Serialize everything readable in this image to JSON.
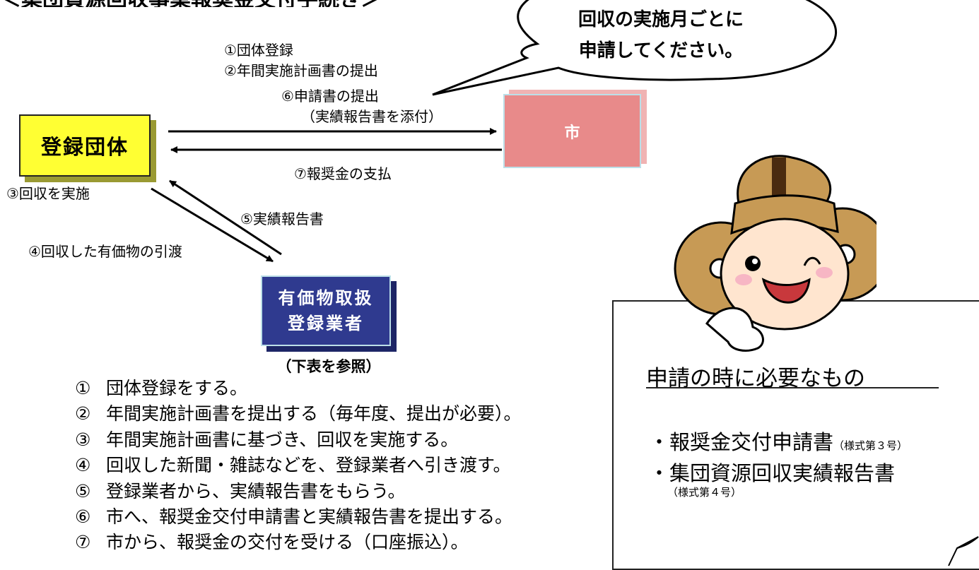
{
  "title_fragment": "＜集団資源回収事業報奨金交付手続き＞",
  "labels": {
    "l1": "①団体登録",
    "l2": "②年間実施計画書の提出",
    "l6": "⑥申請書の提出",
    "l6b": "（実績報告書を添付）",
    "l7": "⑦報奨金の支払",
    "l3": "③回収を実施",
    "l5": "⑤実績報告書",
    "l4": "④回収した有価物の引渡"
  },
  "boxes": {
    "dantai": "登録団体",
    "shi": "市",
    "gyosha_line1": "有価物取扱",
    "gyosha_line2": "登録業者",
    "gyosha_note": "（下表を参照）"
  },
  "bubble": {
    "line1": "回収の実施月ごとに",
    "line2": "申請してください。"
  },
  "steps": [
    {
      "num": "①",
      "text": "団体登録をする。"
    },
    {
      "num": "②",
      "text": "年間実施計画書を提出する（毎年度、提出が必要）。"
    },
    {
      "num": "③",
      "text": "年間実施計画書に基づき、回収を実施する。"
    },
    {
      "num": "④",
      "text": "回収した新聞・雑誌などを、登録業者へ引き渡す。"
    },
    {
      "num": "⑤",
      "text": "登録業者から、実績報告書をもらう。"
    },
    {
      "num": "⑥",
      "text": "市へ、報奨金交付申請書と実績報告書を提出する。"
    },
    {
      "num": "⑦",
      "text": "市から、報奨金の交付を受ける（口座振込）。"
    }
  ],
  "info": {
    "title": "申請の時に必要なもの",
    "item1": "報奨金交付申請書",
    "item1_note": "（様式第３号）",
    "item2": "集団資源回収実績報告書",
    "item2_note": "（様式第４号）"
  },
  "colors": {
    "dantai_fill": "#ffff33",
    "shi_fill": "#e88a8a",
    "gyosha_fill": "#2f3a8f",
    "mascot_brown": "#c79a55"
  }
}
